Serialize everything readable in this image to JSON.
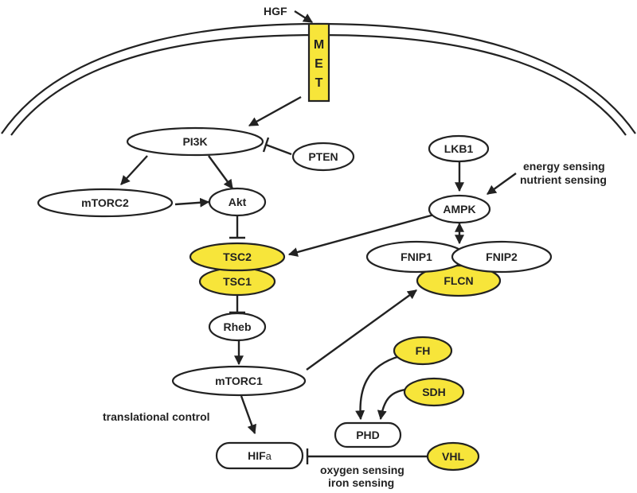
{
  "colors": {
    "highlight": "#f7e53a",
    "plain": "#ffffff",
    "stroke": "#222222"
  },
  "nodes": {
    "hgf": "HGF",
    "met_letters": [
      "M",
      "E",
      "T"
    ],
    "pi3k": "PI3K",
    "pten": "PTEN",
    "lkb1": "LKB1",
    "mtorc2": "mTORC2",
    "akt": "Akt",
    "ampk": "AMPK",
    "tsc2": "TSC2",
    "tsc1": "TSC1",
    "fnip1": "FNIP1",
    "fnip2": "FNIP2",
    "flcn": "FLCN",
    "rheb": "Rheb",
    "mtorc1": "mTORC1",
    "fh": "FH",
    "sdh": "SDH",
    "phd": "PHD",
    "vhl": "VHL",
    "hif_main": "HIF",
    "hif_sub": "a"
  },
  "labels": {
    "energy_sensing": "energy sensing",
    "nutrient_sensing": "nutrient sensing",
    "translational_control": "translational control",
    "oxygen_sensing": "oxygen sensing",
    "iron_sensing": "iron sensing"
  }
}
